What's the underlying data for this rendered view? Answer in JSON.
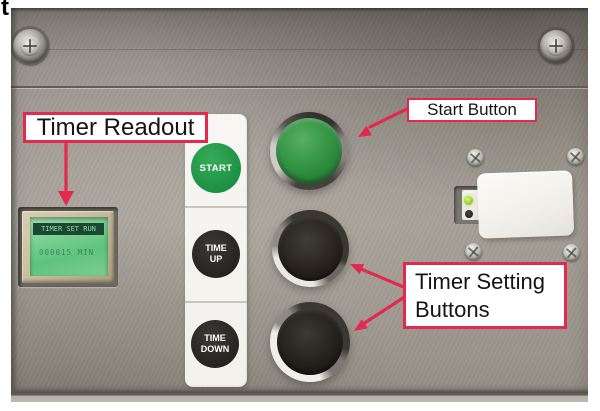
{
  "page": {
    "stray_text": "t"
  },
  "callouts": {
    "timer_readout": {
      "label": "Timer Readout"
    },
    "start_button": {
      "label": "Start Button"
    },
    "timer_setting": {
      "line1": "Timer Setting",
      "line2": "Buttons"
    }
  },
  "panel": {
    "label_strip": {
      "start": "START",
      "time_up": {
        "line1": "TIME",
        "line2": "UP"
      },
      "time_down": {
        "line1": "TIME",
        "line2": "DOWN"
      }
    },
    "lcd": {
      "line1": "TIMER SET RUN",
      "line2": "000015 MIN"
    }
  },
  "colors": {
    "annotation_red": "#e32a4e",
    "start_green": "#2e9040",
    "label_green": "#1f9a47",
    "lcd_green": "#74cf8e",
    "steel_gray": "#9d978f"
  }
}
